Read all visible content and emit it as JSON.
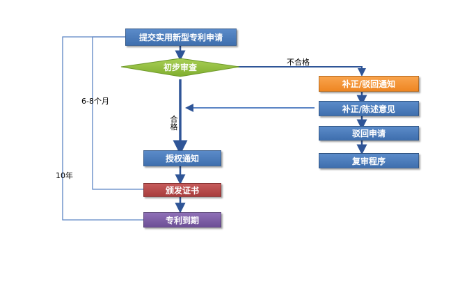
{
  "steps": {
    "submit": "提交实用新型专利申请",
    "initial_review": "初步审查",
    "supplement_notice": "补正/驳回通知",
    "supplement_statement": "补正/陈述意见",
    "reject_application": "驳回申请",
    "re_examination": "复审程序",
    "grant_notice": "授权通知",
    "issue_certificate": "颁发证书",
    "patent_expiry": "专利到期"
  },
  "labels": {
    "fail": "不合格",
    "pass_top": "合",
    "pass_bottom": "格",
    "review_time": "6-8个月",
    "term": "10年"
  },
  "colors": {
    "blue": "#4a7ebb",
    "green": "#8fbc3c",
    "orange": "#f59834",
    "red": "#b84a4a",
    "purple": "#7e5fa8",
    "line_dark": "#2f5597",
    "line_light": "#5b84c4"
  }
}
